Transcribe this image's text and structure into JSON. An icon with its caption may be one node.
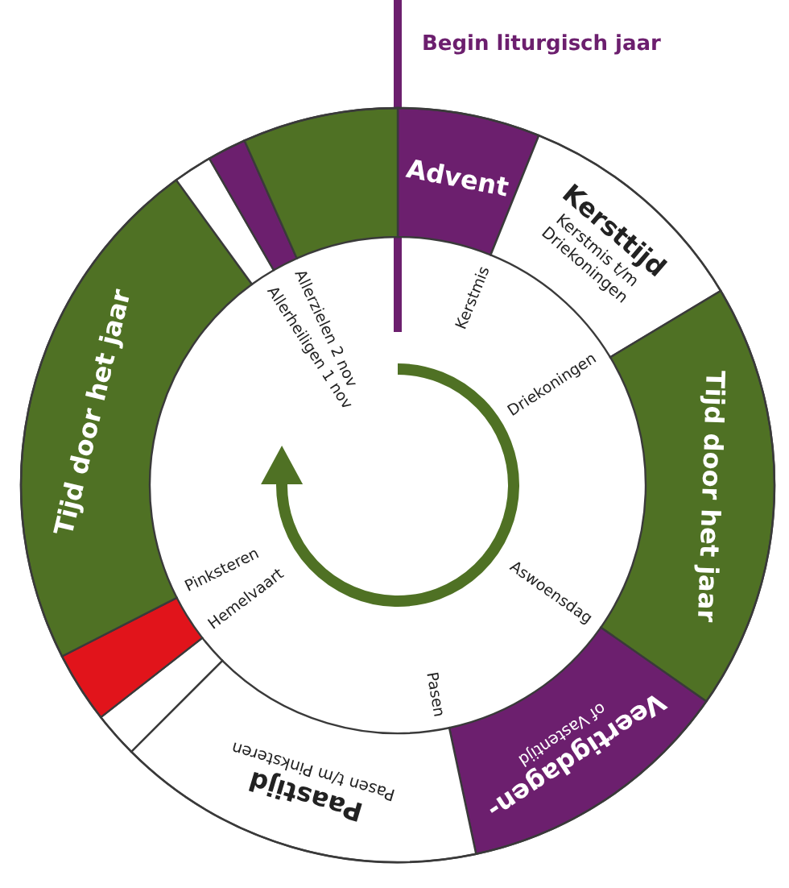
{
  "diagram": {
    "nodes": [
      {
        "text": [
          "Advent"
        ]
      },
      {
        "text": [
          "Kersttijd",
          "Kerstmis t/m Driekoningen"
        ]
      },
      {
        "text": [
          "Tijd door het jaar"
        ]
      },
      {
        "text": [
          "Veertigdagen-",
          "of Vastentijd"
        ]
      },
      {
        "text": [
          "Paastijd",
          "Pasen t/m Pinksteren"
        ]
      },
      {
        "text": [],
        "shape": "box"
      },
      {
        "text": [],
        "shape": "box"
      },
      {
        "text": [
          "Tijd door het jaar"
        ]
      },
      {
        "text": [],
        "shape": "box"
      },
      {
        "text": [],
        "shape": "box"
      },
      {
        "text": [],
        "shape": "box"
      }
    ],
    "labels": [
      "Begin liturgisch jaar",
      "Kerstmis",
      "Driekoningen",
      "Aswoensdag",
      "Pasen",
      "Pinksteren",
      "Hemelvaart",
      "Allerzielen 2 nov",
      "Allerheiligen 1 nov"
    ]
  }
}
